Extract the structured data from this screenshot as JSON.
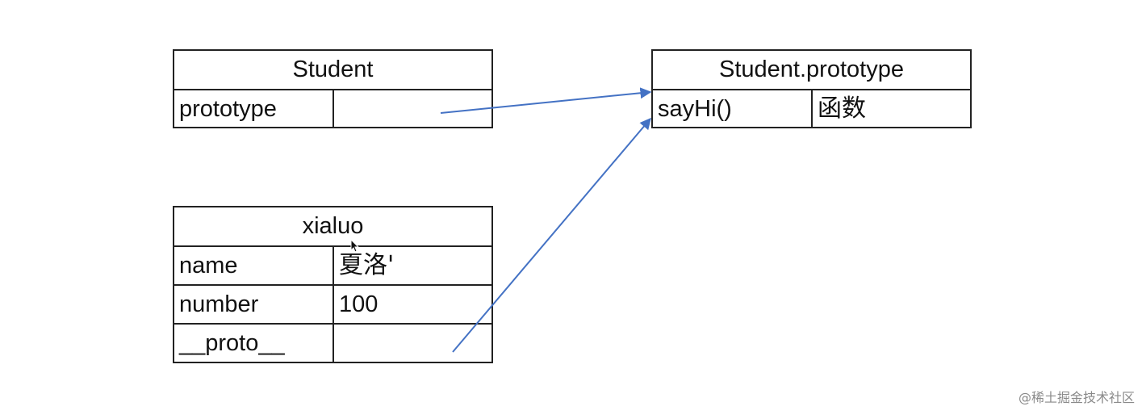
{
  "student": {
    "title": "Student",
    "rows": [
      {
        "key": "prototype",
        "value": ""
      }
    ]
  },
  "student_prototype": {
    "title": "Student.prototype",
    "rows": [
      {
        "key": "sayHi()",
        "value": "函数"
      }
    ]
  },
  "xialuo": {
    "title": "xialuo",
    "rows": [
      {
        "key": "name",
        "value": "夏洛'"
      },
      {
        "key": "number",
        "value": "100"
      },
      {
        "key": "__proto__",
        "value": ""
      }
    ]
  },
  "arrows": [
    {
      "from": "student.prototype",
      "to": "student_prototype",
      "color": "#4472c4"
    },
    {
      "from": "xialuo.__proto__",
      "to": "student_prototype",
      "color": "#4472c4"
    }
  ],
  "watermark": "@稀土掘金技术社区",
  "colors": {
    "border": "#222222",
    "arrow": "#4472c4",
    "watermark": "#8a8a8a"
  }
}
